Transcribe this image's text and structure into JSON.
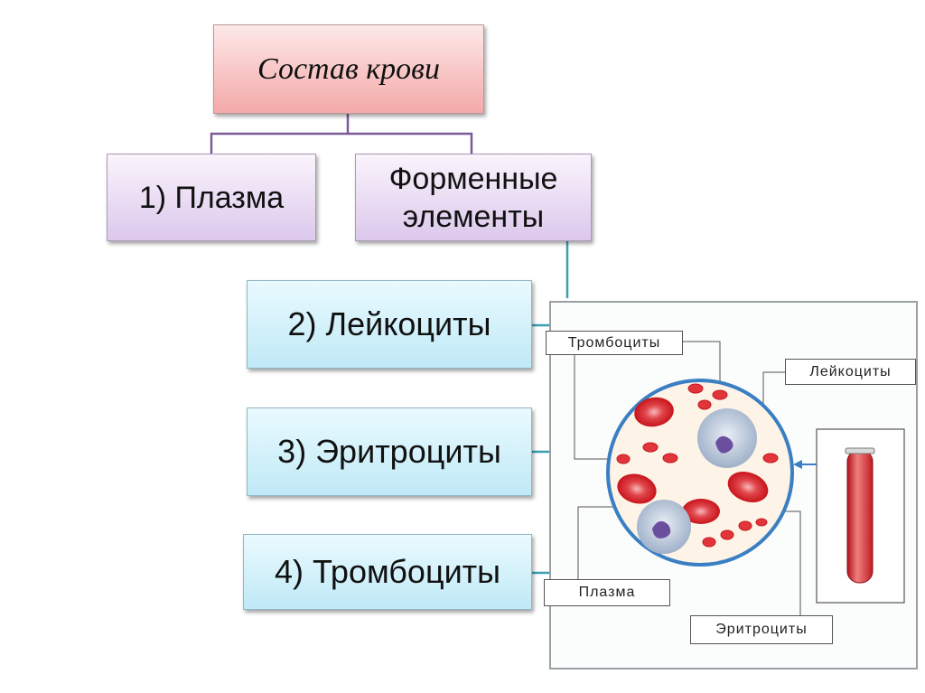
{
  "diagram": {
    "title": "Состав крови",
    "plasma": "1) Плазма",
    "formed_elements": "Форменные элементы",
    "leukocytes": "2) Лейкоциты",
    "erythrocytes": "3) Эритроциты",
    "thrombocytes": "4) Тромбоциты"
  },
  "illustration": {
    "label_thrombocytes": "Тромбоциты",
    "label_leukocytes": "Лейкоциты",
    "label_plasma": "Плазма",
    "label_erythrocytes": "Эритроциты"
  },
  "colors": {
    "title_fill": "#f4a9a9",
    "purple_fill": "#dcc8ec",
    "blue_fill": "#bfe9f6",
    "purple_line": "#7e5a9b",
    "teal_line": "#3aa0b0",
    "blood_red": "#d8242c"
  }
}
